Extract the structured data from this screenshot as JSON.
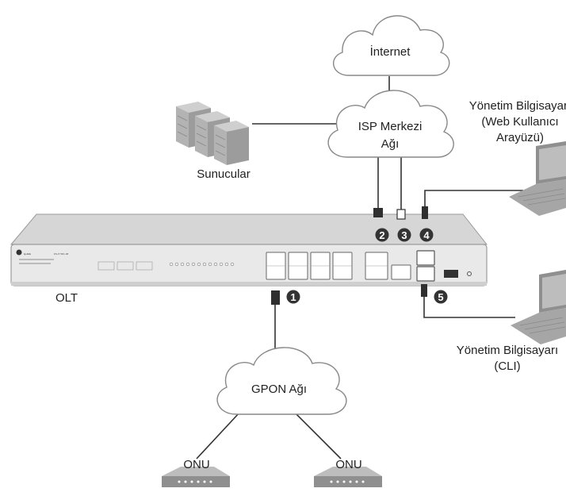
{
  "labels": {
    "internet": "İnternet",
    "isp_line1": "ISP Merkezi",
    "isp_line2": "Ağı",
    "servers": "Sunucular",
    "mgmt_web_line1": "Yönetim Bilgisayarı",
    "mgmt_web_line2": "(Web Kullanıcı",
    "mgmt_web_line3": "Arayüzü)",
    "mgmt_cli_line1": "Yönetim Bilgisayarı",
    "mgmt_cli_line2": "(CLI)",
    "olt": "OLT",
    "gpon": "GPON Ağı",
    "onu_left": "ONU",
    "onu_right": "ONU"
  },
  "device": {
    "brand": "tp-link",
    "model": "DS-P7001-08"
  },
  "markers": [
    "1",
    "2",
    "3",
    "4",
    "5"
  ],
  "colors": {
    "line": "#333333",
    "cloud_stroke": "#888888",
    "device_body": "#e9e9e9",
    "device_top": "#d6d6d6",
    "server": "#b3b3b3",
    "laptop": "#a6a6a6",
    "badge": "#333333"
  }
}
